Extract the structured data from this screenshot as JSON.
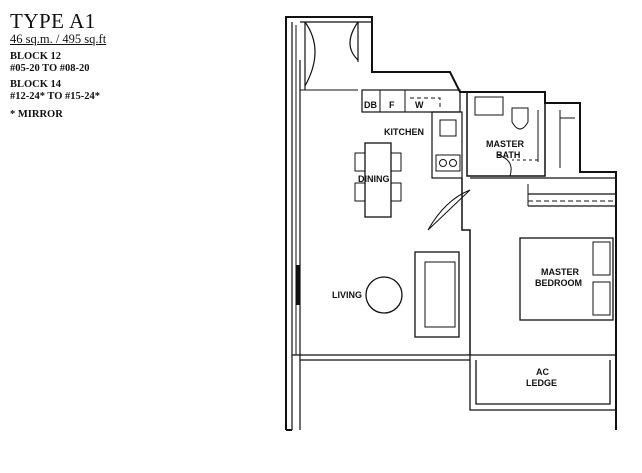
{
  "legend": {
    "title": "TYPE A1",
    "area": "46 sq.m. / 495 sq.ft",
    "block12": "BLOCK 12",
    "block12_units": "#05-20 TO #08-20",
    "block14": "BLOCK 14",
    "block14_units": "#12-24* TO #15-24*",
    "mirror_note": "* MIRROR"
  },
  "rooms": {
    "kitchen": "KITCHEN",
    "dining": "DINING",
    "living": "LIVING",
    "master_bath_1": "MASTER",
    "master_bath_2": "BATH",
    "master_bedroom_1": "MASTER",
    "master_bedroom_2": "BEDROOM",
    "ac_ledge_1": "AC",
    "ac_ledge_2": "LEDGE"
  },
  "appliances": {
    "db": "DB",
    "fridge": "F",
    "washer": "W"
  }
}
